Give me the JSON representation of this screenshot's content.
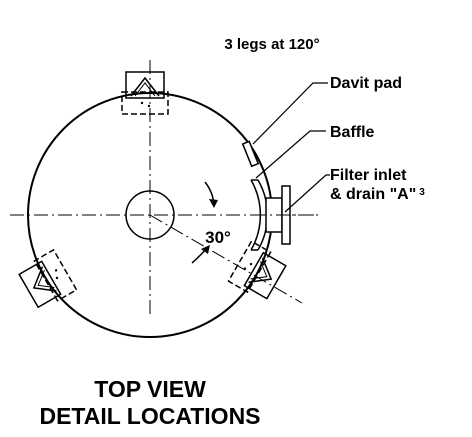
{
  "header": {
    "legs_note": "3 legs at 120°"
  },
  "labels": {
    "davit_pad": "Davit pad",
    "baffle": "Baffle",
    "filter_inlet_line1": "Filter inlet",
    "filter_inlet_line2": "& drain \"A\"",
    "filter_inlet_note": "3",
    "angle": "30°"
  },
  "footer": {
    "title_line1": "TOP VIEW",
    "title_line2": "DETAIL LOCATIONS"
  }
}
